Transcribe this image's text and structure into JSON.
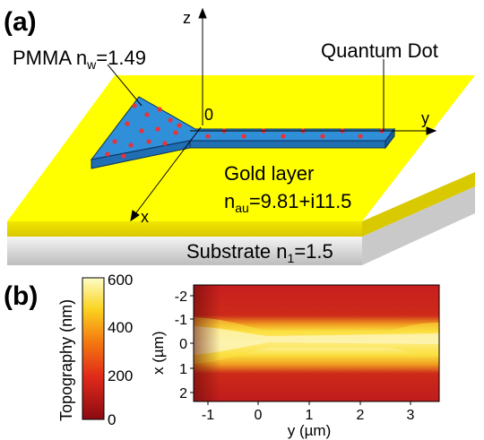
{
  "panel_a": {
    "label": "(a)",
    "pmma_label": "PMMA n",
    "pmma_sub": "w",
    "pmma_value": "=1.49",
    "quantum_dot_label": "Quantum Dot",
    "origin_label": "0",
    "axis_z": "z",
    "axis_y": "y",
    "axis_x": "x",
    "gold_label": "Gold layer",
    "gold_n": "n",
    "gold_sub": "au",
    "gold_value": "=9.81+i11.5",
    "substrate_label": "Substrate n",
    "substrate_sub": "1",
    "substrate_value": "=1.5",
    "colors": {
      "gold": "#ffff00",
      "waveguide": "#2f8fd8",
      "dot": "#e8333a",
      "substrate": "#d8d8d8"
    }
  },
  "panel_b": {
    "label": "(b)",
    "colorbar_title": "Topography (nm)",
    "colorbar_ticks": [
      "600",
      "400",
      "200",
      "0"
    ],
    "x_axis_label": "x (µm)",
    "y_axis_label": "y (µm)",
    "x_ticks": [
      "-2",
      "-1",
      "0",
      "1",
      "2"
    ],
    "y_ticks": [
      "-1",
      "0",
      "1",
      "2",
      "3"
    ]
  }
}
